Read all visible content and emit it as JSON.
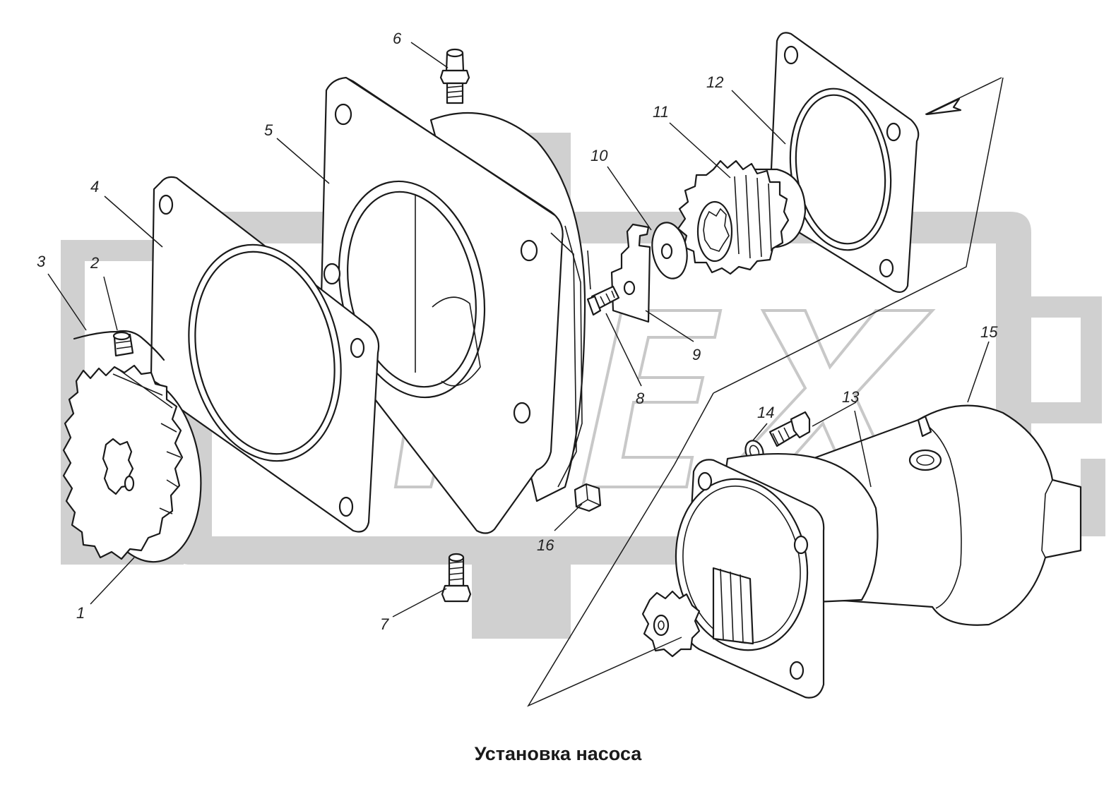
{
  "caption": "Установка насоса",
  "watermark": {
    "text": "OPEX",
    "color": "#d0d0d0"
  },
  "callouts": [
    {
      "id": "1",
      "text": "1"
    },
    {
      "id": "2",
      "text": "2"
    },
    {
      "id": "3",
      "text": "3"
    },
    {
      "id": "4",
      "text": "4"
    },
    {
      "id": "5",
      "text": "5"
    },
    {
      "id": "6",
      "text": "6"
    },
    {
      "id": "7",
      "text": "7"
    },
    {
      "id": "8",
      "text": "8"
    },
    {
      "id": "9",
      "text": "9"
    },
    {
      "id": "10",
      "text": "10"
    },
    {
      "id": "11",
      "text": "11"
    },
    {
      "id": "12",
      "text": "12"
    },
    {
      "id": "13",
      "text": "13"
    },
    {
      "id": "14",
      "text": "14"
    },
    {
      "id": "15",
      "text": "15"
    },
    {
      "id": "16",
      "text": "16"
    }
  ]
}
